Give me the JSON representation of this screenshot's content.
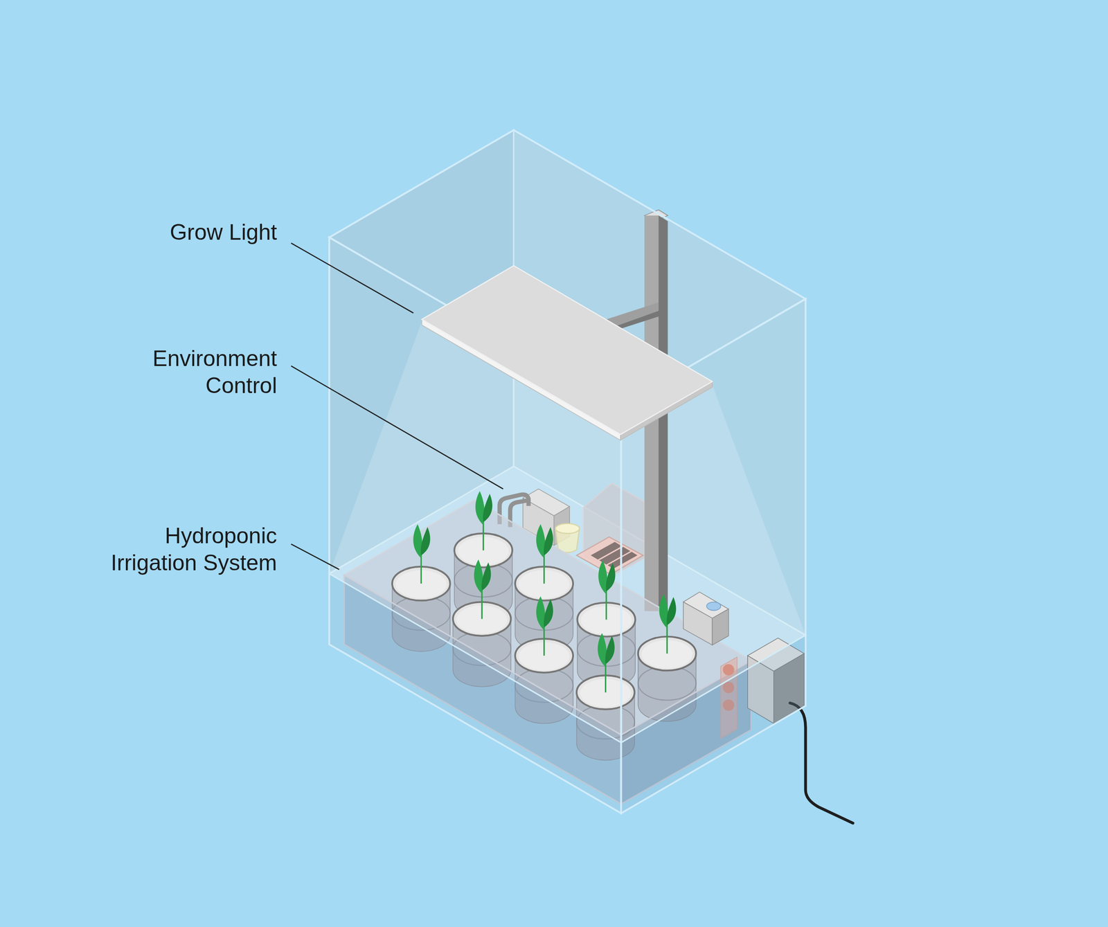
{
  "diagram": {
    "labels": [
      "Grow Light",
      "Environment Control",
      "Hydroponic Irrigation System"
    ]
  }
}
